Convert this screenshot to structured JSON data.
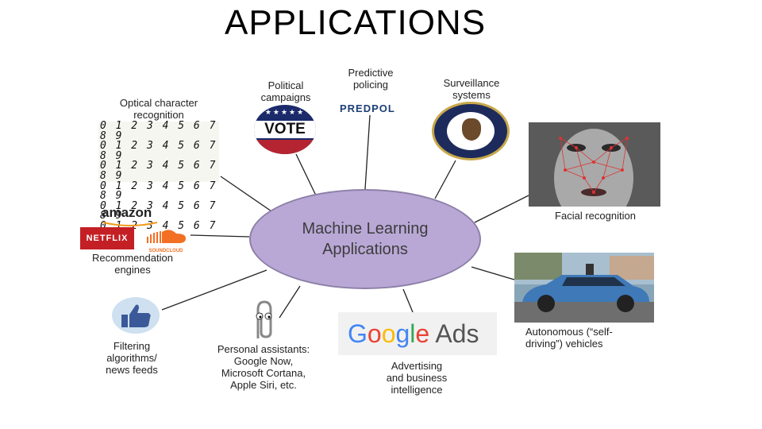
{
  "title": "APPLICATIONS",
  "hub": {
    "line1": "Machine Learning",
    "line2": "Applications",
    "color": "#b9a8d6"
  },
  "nodes": {
    "ocr": {
      "line1": "Optical character",
      "line2": "recognition",
      "digits": [
        "0 1 2 3 4 5 6 7 8 9",
        "0 1 2 3 4 5 6 7 8 9",
        "0 1 2 3 4 5 6 7 8 9",
        "0 1 2 3 4 5 6 7 8 9",
        "0 1 2 3 4 5 6 7 8 9",
        "0 1 2 3 4 5 6 7 8 9"
      ]
    },
    "political": {
      "line1": "Political",
      "line2": "campaigns",
      "vote_text": "VOTE",
      "stars": "★★★★★"
    },
    "predictive": {
      "line1": "Predictive",
      "line2": "policing",
      "logo": "PREDPOL"
    },
    "surveillance": {
      "line1": "Surveillance",
      "line2": "systems"
    },
    "facial": {
      "label": "Facial recognition"
    },
    "recommend": {
      "line1": "Recommendation",
      "line2": "engines",
      "amazon": "amazon",
      "netflix": "NETFLIX",
      "soundcloud": "SOUNDCLOUD"
    },
    "autonomous": {
      "line1": "Autonomous (“self-",
      "line2": "driving”) vehicles"
    },
    "filtering": {
      "line1": "Filtering",
      "line2": "algorithms/",
      "line3": "news feeds"
    },
    "assistants": {
      "line1": "Personal assistants:",
      "line2": "Google Now,",
      "line3": "Microsoft Cortana,",
      "line4": "Apple Siri, etc."
    },
    "advertising": {
      "line1": "Advertising",
      "line2": "and business",
      "line3": "intelligence",
      "google": "Google",
      "ads": "Ads"
    }
  },
  "colors": {
    "netflix": "#c41f24",
    "soundcloud": "#f26f23",
    "google_blue": "#4285f4",
    "google_red": "#ea4335",
    "google_yellow": "#fbbc05",
    "google_green": "#34a853"
  }
}
